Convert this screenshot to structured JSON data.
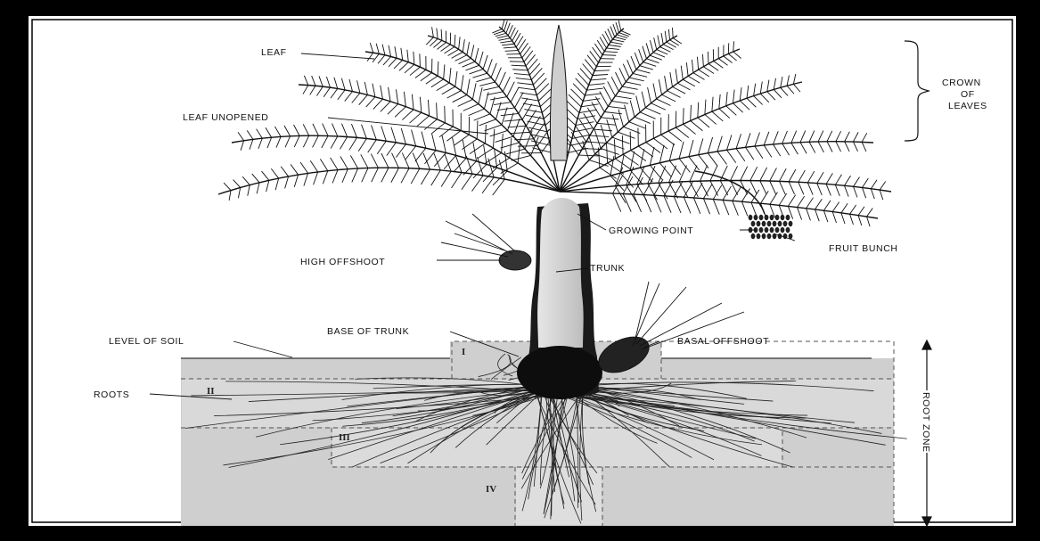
{
  "diagram": {
    "labels": {
      "leaf": "LEAF",
      "leaf_unopened": "LEAF UNOPENED",
      "crown_line1": "CROWN",
      "crown_line2": "OF",
      "crown_line3": "LEAVES",
      "growing_point": "GROWING POINT",
      "fruit_bunch": "FRUIT BUNCH",
      "high_offshoot": "HIGH OFFSHOOT",
      "trunk": "TRUNK",
      "base_of_trunk": "BASE OF TRUNK",
      "basal_offshoot": "BASAL OFFSHOOT",
      "level_of_soil": "LEVEL OF SOIL",
      "roots": "ROOTS",
      "root_zone": "ROOT ZONE"
    },
    "zones": [
      "I",
      "II",
      "III",
      "IV"
    ],
    "colors": {
      "background": "#000000",
      "paper": "#ffffff",
      "soil": "#c9c9c9",
      "ink": "#111111",
      "trunk_light": "#d4d4d4"
    }
  }
}
